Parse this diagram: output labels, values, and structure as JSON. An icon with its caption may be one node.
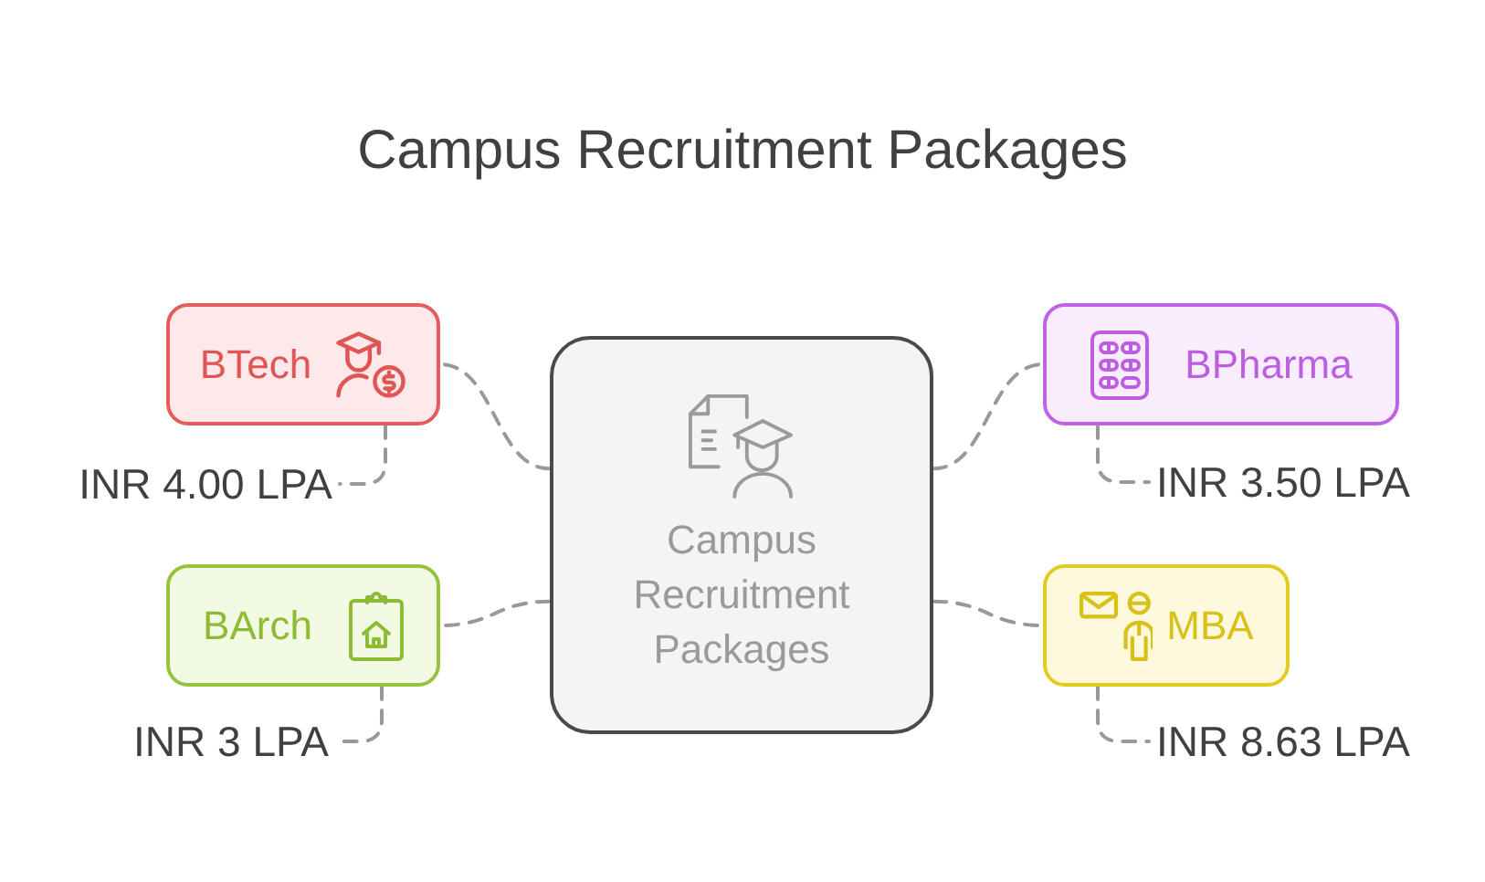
{
  "diagram": {
    "title": "Campus Recruitment Packages",
    "nodes": [
      {
        "text": [
          "Campus Recruitment Packages"
        ]
      },
      {
        "text": [
          "BTech"
        ]
      },
      {
        "text": [
          "INR 4.00 LPA"
        ]
      },
      {
        "text": [
          "BArch"
        ]
      },
      {
        "text": [
          "INR 3 LPA"
        ]
      },
      {
        "text": [
          "BPharma"
        ]
      },
      {
        "text": [
          "INR 3.50 LPA"
        ]
      },
      {
        "text": [
          "MBA"
        ]
      },
      {
        "text": [
          "INR 8.63 LPA"
        ]
      }
    ],
    "edges": [
      {
        "from": 0,
        "to": 1,
        "arrow": "none",
        "style": "dashed"
      },
      {
        "from": 0,
        "to": 3,
        "arrow": "none",
        "style": "dashed"
      },
      {
        "from": 0,
        "to": 5,
        "arrow": "none",
        "style": "dashed"
      },
      {
        "from": 0,
        "to": 7,
        "arrow": "none",
        "style": "dashed"
      },
      {
        "from": 1,
        "to": 2,
        "arrow": "none",
        "style": "dashed"
      },
      {
        "from": 3,
        "to": 4,
        "arrow": "none",
        "style": "dashed"
      },
      {
        "from": 5,
        "to": 6,
        "arrow": "none",
        "style": "dashed"
      },
      {
        "from": 7,
        "to": 8,
        "arrow": "none",
        "style": "dashed"
      }
    ]
  }
}
